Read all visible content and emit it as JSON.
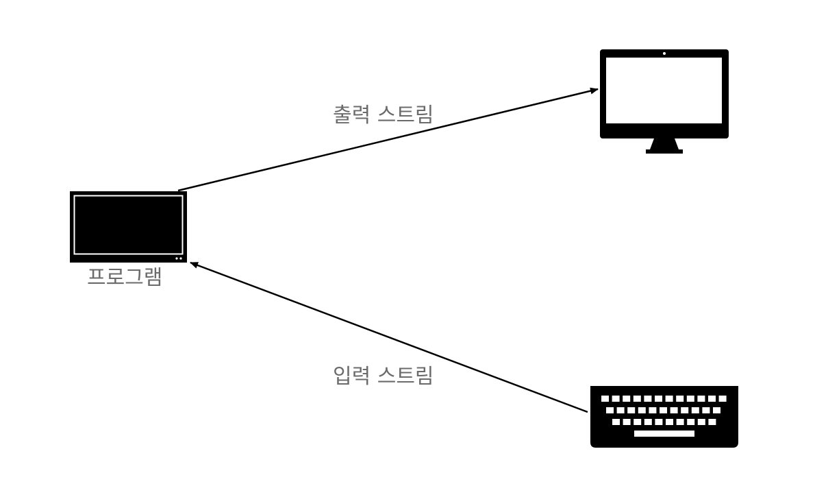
{
  "diagram": {
    "nodes": {
      "program": {
        "label": "프로그램",
        "icon": "tablet-icon"
      },
      "monitor": {
        "icon": "monitor-icon"
      },
      "keyboard": {
        "icon": "keyboard-icon"
      }
    },
    "edges": {
      "output": {
        "label": "출력 스트림",
        "from": "program",
        "to": "monitor"
      },
      "input": {
        "label": "입력 스트림",
        "from": "keyboard",
        "to": "program"
      }
    },
    "colors": {
      "label_text": "#6b6b6b",
      "line": "#000000",
      "icon_fill": "#000000",
      "background": "#ffffff"
    }
  }
}
